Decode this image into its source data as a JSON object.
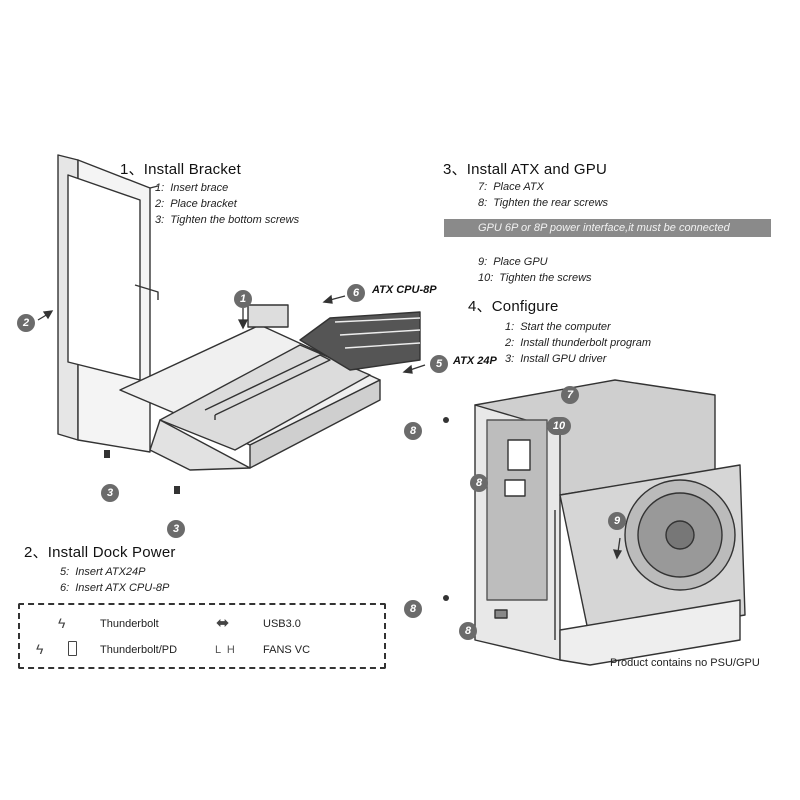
{
  "section1": {
    "title": "1、Install Bracket",
    "steps": [
      {
        "num": "1:",
        "text": "Insert brace"
      },
      {
        "num": "2:",
        "text": "Place bracket"
      },
      {
        "num": "3:",
        "text": "Tighten the bottom screws"
      }
    ]
  },
  "section2": {
    "title": "2、Install Dock Power",
    "steps": [
      {
        "num": "5:",
        "text": "Insert ATX24P"
      },
      {
        "num": "6:",
        "text": "Insert ATX CPU-8P"
      }
    ]
  },
  "section3": {
    "title": "3、Install ATX and GPU",
    "steps": [
      {
        "num": "7:",
        "text": "Place ATX"
      },
      {
        "num": "8:",
        "text": "Tighten the rear screws"
      }
    ],
    "banner": "GPU  6P or 8P power interface,it must be connected",
    "steps_after": [
      {
        "num": "9:",
        "text": "Place GPU"
      },
      {
        "num": "10:",
        "text": "Tighten the screws"
      }
    ]
  },
  "section4": {
    "title": "4、Configure",
    "steps": [
      {
        "num": "1:",
        "text": "Start the computer"
      },
      {
        "num": "2:",
        "text": "Install thunderbolt program"
      },
      {
        "num": "3:",
        "text": "Install GPU driver"
      }
    ]
  },
  "legend": {
    "items": [
      {
        "label": "Thunderbolt",
        "icon": "thunderbolt-icon"
      },
      {
        "label": "USB3.0",
        "icon": "usb-icon"
      },
      {
        "label": "Thunderbolt/PD",
        "icon": "thunderbolt-pd-icon"
      },
      {
        "label": "FANS VC",
        "icon": "fan-lh-icon",
        "prefix": "L  H"
      }
    ]
  },
  "labels": {
    "atx_cpu": "ATX CPU-8P",
    "atx_24p": "ATX 24P",
    "disclaimer": "Product contains no PSU/GPU"
  },
  "callouts": [
    "1",
    "2",
    "3",
    "3",
    "5",
    "6",
    "7",
    "8",
    "8",
    "8",
    "8",
    "9",
    "10"
  ],
  "colors": {
    "callout": "#6b6b6b",
    "banner": "#8a8a8a",
    "line": "#333333"
  }
}
